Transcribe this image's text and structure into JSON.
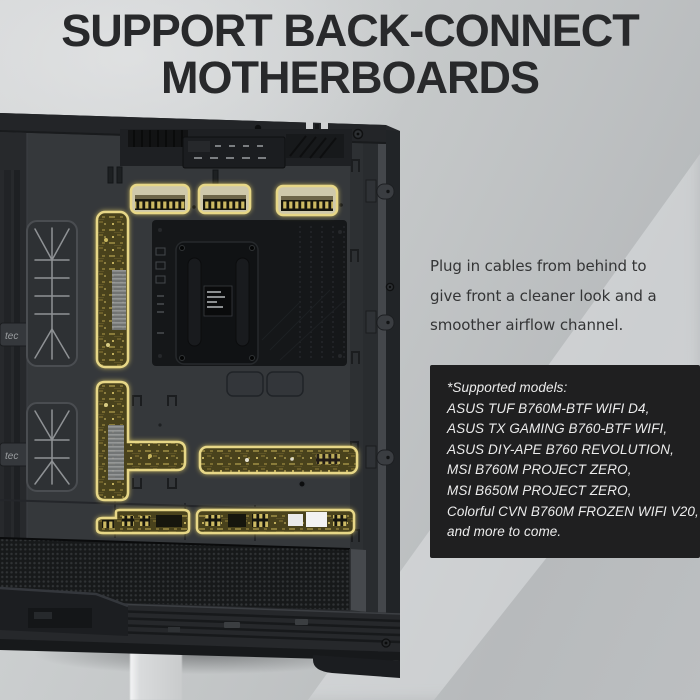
{
  "banner": {
    "title": {
      "line1": "SUPPORT BACK-CONNECT",
      "line2": "MOTHERBOARDS"
    }
  },
  "description": {
    "lines": [
      "Plug in cables from behind to",
      "give front a cleaner look and a",
      "smoother airflow channel."
    ]
  },
  "supported_models": {
    "heading": "*Supported models:",
    "lines": [
      "ASUS TUF B760M-BTF WIFI D4,",
      "ASUS TX GAMING B760-BTF WIFI,",
      "ASUS DIY-APE B760 REVOLUTION,",
      "MSI B760M PROJECT ZERO,",
      "MSI B650M PROJECT ZERO,",
      "Colorful CVN B760M FROZEN WIFI V20,",
      "and more to come."
    ]
  },
  "case_graphic": {
    "strap_label": "tec",
    "highlight_color": "#e7d787",
    "panel_color": "#35383b",
    "models_box_color": "#1f1f20"
  }
}
